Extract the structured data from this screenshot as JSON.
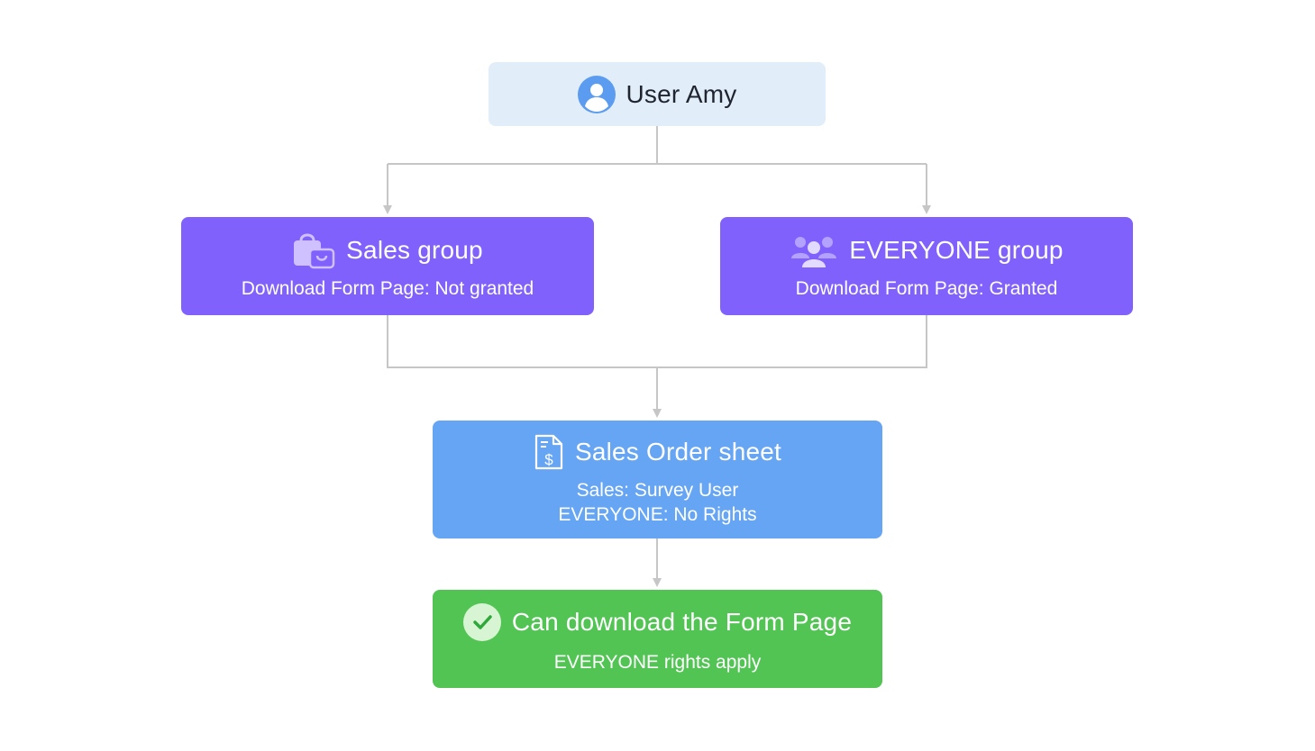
{
  "user": {
    "icon": "user-avatar-icon",
    "title": "User Amy"
  },
  "groups": {
    "sales": {
      "icon": "shopping-bag-icon",
      "title": "Sales group",
      "permission": "Download Form Page: Not granted"
    },
    "everyone": {
      "icon": "people-group-icon",
      "title": "EVERYONE group",
      "permission": "Download Form Page: Granted"
    }
  },
  "sheet": {
    "icon": "invoice-document-icon",
    "title": "Sales Order sheet",
    "lines": [
      "Sales: Survey User",
      "EVERYONE: No Rights"
    ]
  },
  "result": {
    "icon": "check-circle-icon",
    "title": "Can download the Form Page",
    "subtitle": "EVERYONE rights apply"
  },
  "colors": {
    "user_bg": "#e1eef9",
    "group_bg": "#8061fb",
    "sheet_bg": "#66a5f4",
    "result_bg": "#52c454",
    "connector": "#c6c6c6"
  }
}
